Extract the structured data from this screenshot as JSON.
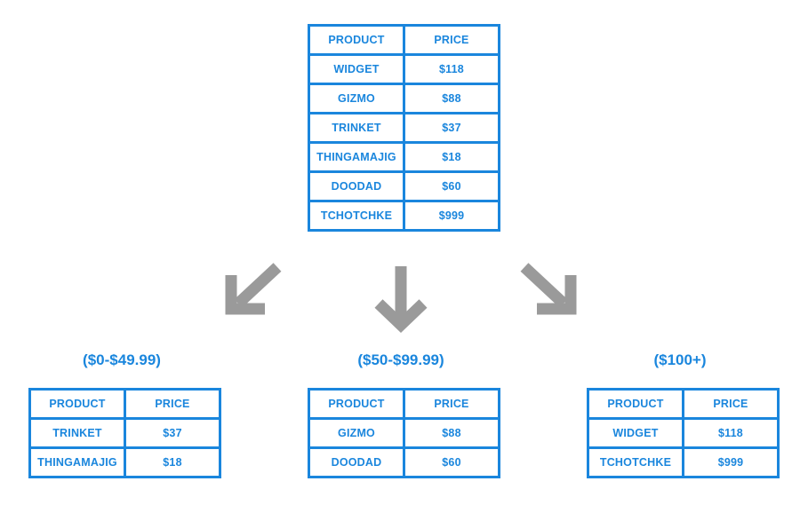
{
  "headers": {
    "product": "PRODUCT",
    "price": "PRICE"
  },
  "main_table": {
    "rows": [
      {
        "product": "WIDGET",
        "price": "$118"
      },
      {
        "product": "GIZMO",
        "price": "$88"
      },
      {
        "product": "TRINKET",
        "price": "$37"
      },
      {
        "product": "THINGAMAJIG",
        "price": "$18"
      },
      {
        "product": "DOODAD",
        "price": "$60"
      },
      {
        "product": "TCHOTCHKE",
        "price": "$999"
      }
    ]
  },
  "groups": [
    {
      "title": "($0-$49.99)",
      "rows": [
        {
          "product": "TRINKET",
          "price": "$37"
        },
        {
          "product": "THINGAMAJIG",
          "price": "$18"
        }
      ]
    },
    {
      "title": "($50-$99.99)",
      "rows": [
        {
          "product": "GIZMO",
          "price": "$88"
        },
        {
          "product": "DOODAD",
          "price": "$60"
        }
      ]
    },
    {
      "title": "($100+)",
      "rows": [
        {
          "product": "WIDGET",
          "price": "$118"
        },
        {
          "product": "TCHOTCHKE",
          "price": "$999"
        }
      ]
    }
  ],
  "colors": {
    "table_blue": "#1a86dd",
    "arrow_gray": "#9a9a9a"
  },
  "icons": {
    "arrow_left": "arrow-down-left-icon",
    "arrow_center": "arrow-down-icon",
    "arrow_right": "arrow-down-right-icon"
  }
}
